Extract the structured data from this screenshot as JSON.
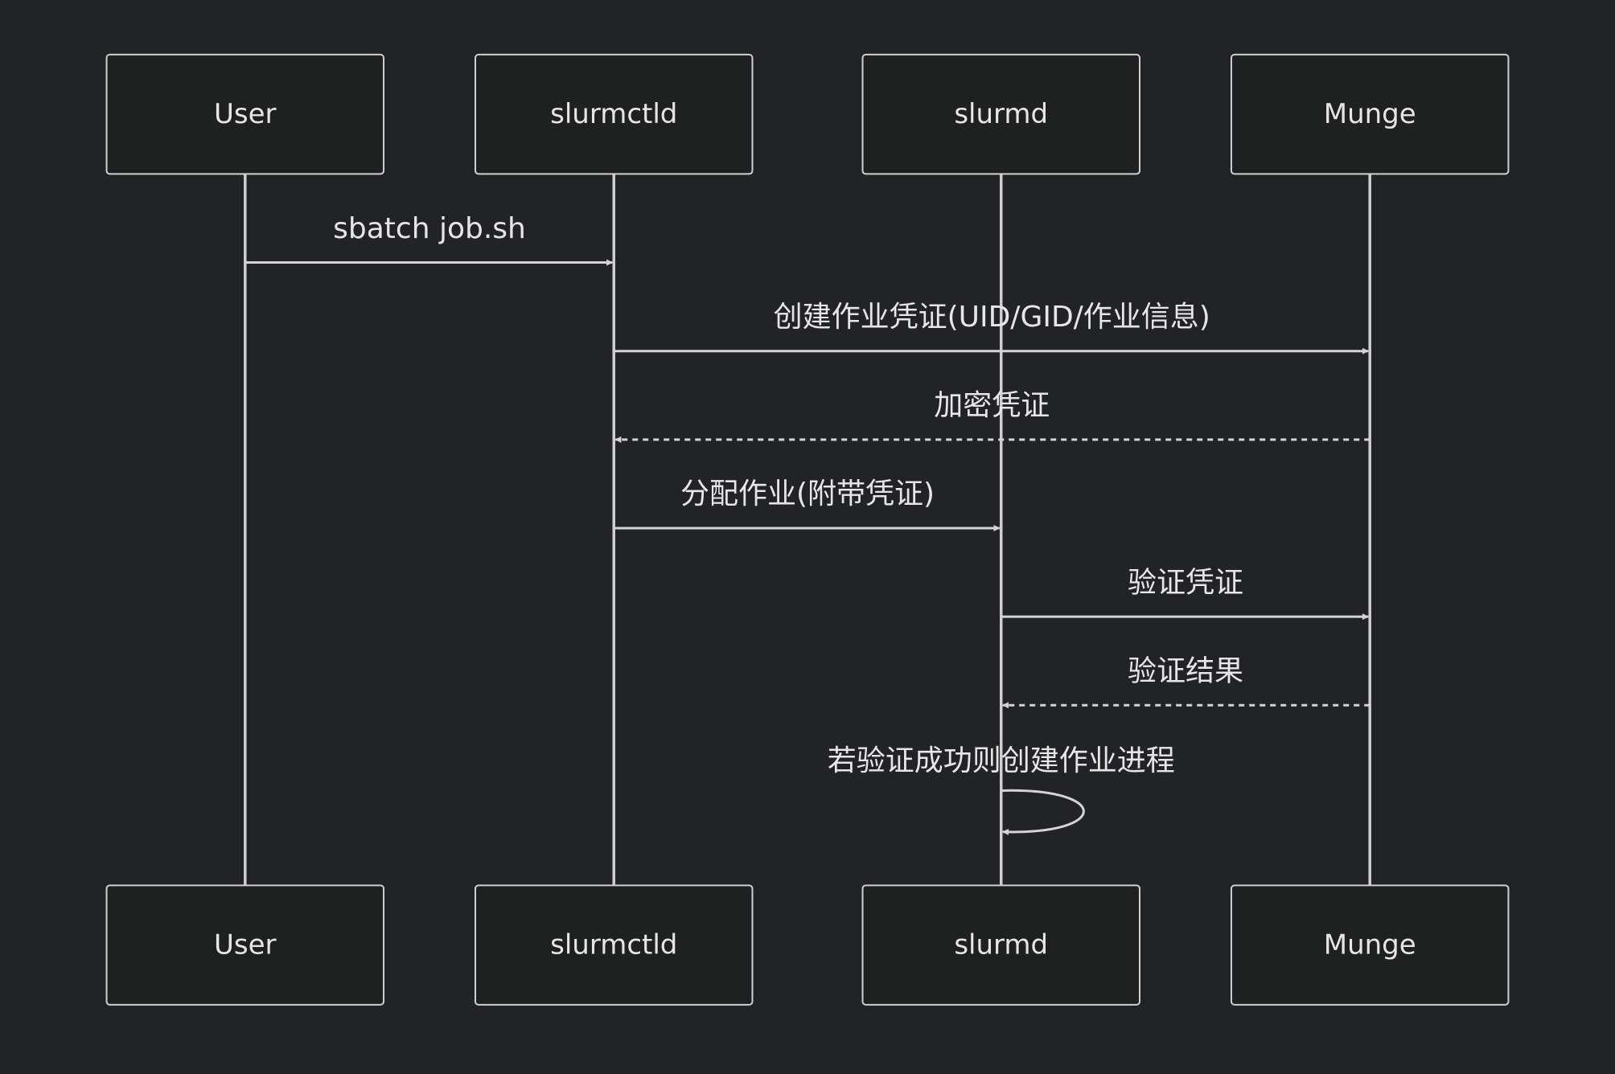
{
  "colors": {
    "background": "#222326",
    "box_fill": "#1f2020",
    "stroke": "#cfcfcf",
    "text": "#e6e6e6"
  },
  "actors": [
    {
      "id": "user",
      "label": "User"
    },
    {
      "id": "slurmctld",
      "label": "slurmctld"
    },
    {
      "id": "slurmd",
      "label": "slurmd"
    },
    {
      "id": "munge",
      "label": "Munge"
    }
  ],
  "messages": [
    {
      "from": "user",
      "to": "slurmctld",
      "label": "sbatch job.sh",
      "style": "solid"
    },
    {
      "from": "slurmctld",
      "to": "munge",
      "label": "创建作业凭证(UID/GID/作业信息)",
      "style": "solid"
    },
    {
      "from": "munge",
      "to": "slurmctld",
      "label": "加密凭证",
      "style": "dashed"
    },
    {
      "from": "slurmctld",
      "to": "slurmd",
      "label": "分配作业(附带凭证)",
      "style": "solid"
    },
    {
      "from": "slurmd",
      "to": "munge",
      "label": "验证凭证",
      "style": "solid"
    },
    {
      "from": "munge",
      "to": "slurmd",
      "label": "验证结果",
      "style": "dashed"
    },
    {
      "from": "slurmd",
      "to": "slurmd",
      "label": "若验证成功则创建作业进程",
      "style": "solid"
    }
  ]
}
